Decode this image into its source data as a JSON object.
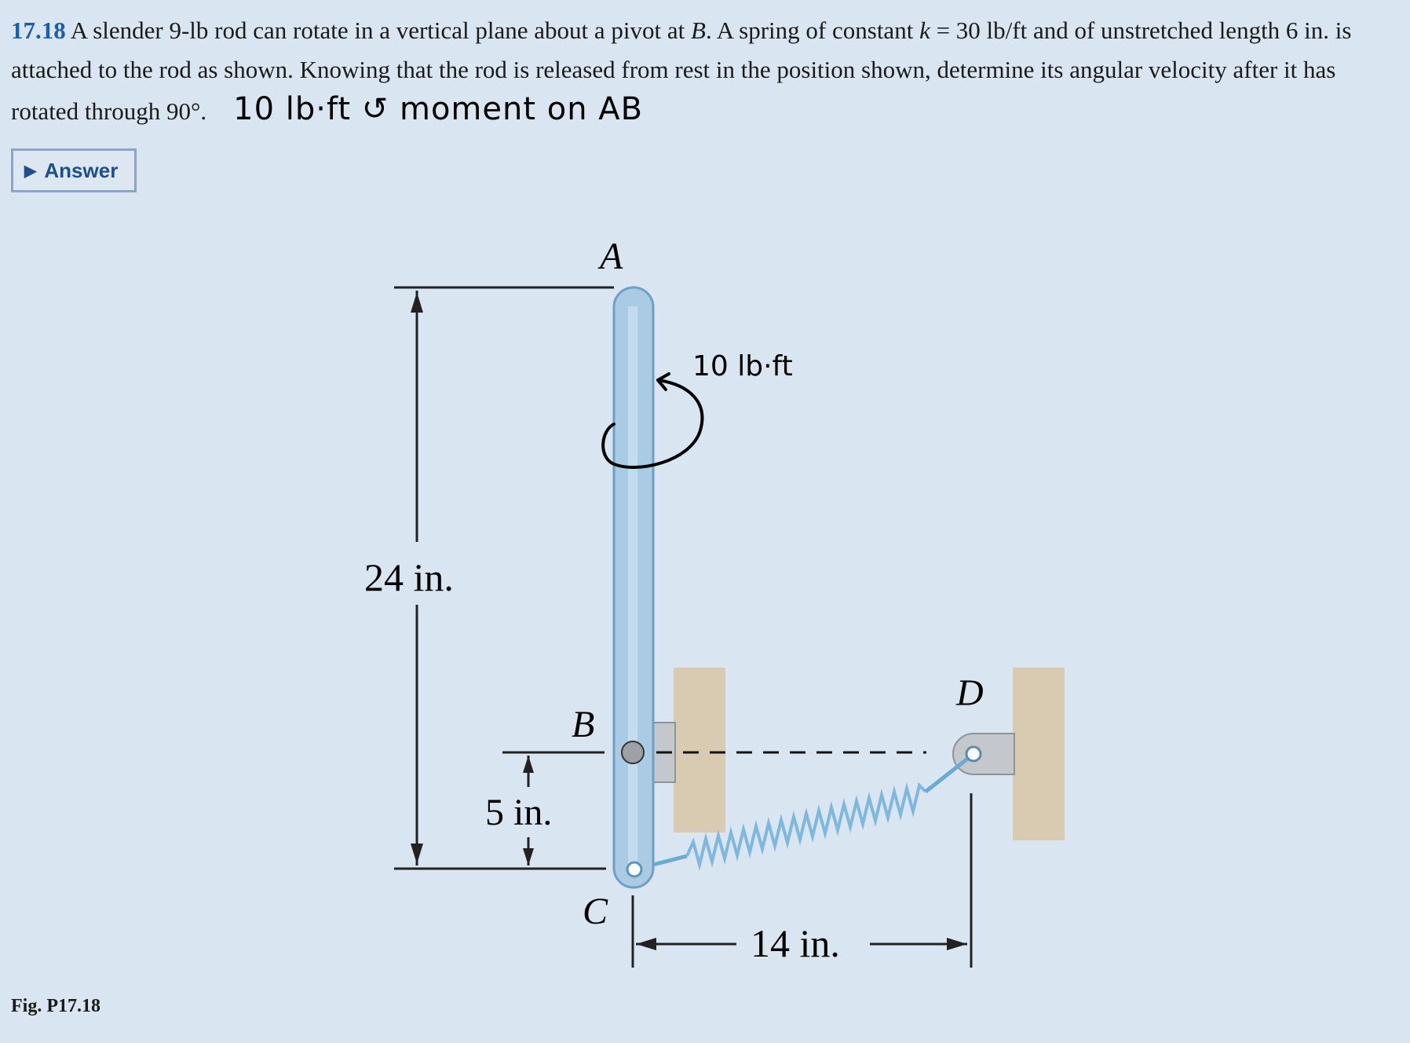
{
  "problem": {
    "number": "17.18",
    "text_1": " A slender 9-lb rod can rotate in a vertical plane about a pivot at ",
    "pivot": "B",
    "text_2": ". A spring of constant ",
    "k_symbol": "k",
    "text_3": " = 30 lb/ft and of unstretched length 6 in. is attached to the rod as shown. Knowing that the rod is released from rest in the position shown, determine its angular velocity after it has rotated through 90°.",
    "handwritten_note": "10 lb·ft ↺ moment on AB"
  },
  "answer_button": {
    "label": "Answer"
  },
  "figure": {
    "point_A": "A",
    "point_B": "B",
    "point_C": "C",
    "point_D": "D",
    "dim_length": "24 in.",
    "dim_pivot": "5 in.",
    "dim_horizontal": "14 in.",
    "handwritten_moment": "10 lb·ft",
    "caption": "Fig. P17.18"
  },
  "colors": {
    "background": "#d9e5f0",
    "rod": "#a9cbe3",
    "support": "#d8cbb2",
    "problem_number": "#1d5ea8",
    "spring": "#7fb8dc"
  }
}
